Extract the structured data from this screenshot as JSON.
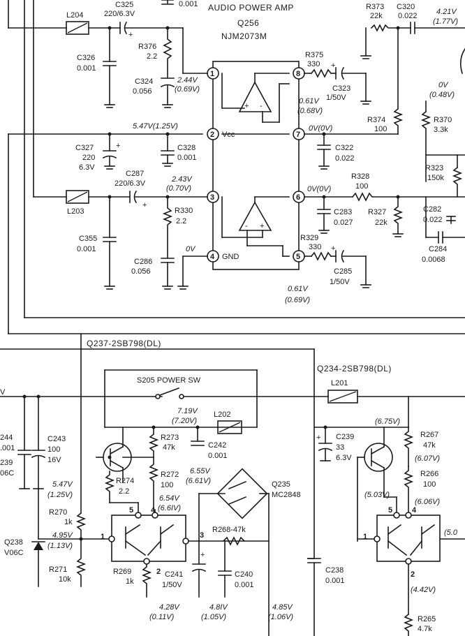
{
  "amp": {
    "header": "AUDIO POWER AMP",
    "ref": "Q256",
    "part": "NJM2073M",
    "pin_vcc": "Vcc",
    "pin_gnd": "GND",
    "pins": [
      "1",
      "2",
      "3",
      "4",
      "5",
      "6",
      "7",
      "8"
    ]
  },
  "top_fragment": {
    "c_value": "0.001"
  },
  "labels": {
    "l204": "L204",
    "c325": "C325",
    "c325_val": "220/6.3V",
    "r376": "R376",
    "r376_val": "2.2",
    "c326": "C326",
    "c326_val": "0.001",
    "c324": "C324",
    "c324_val": "0.056",
    "r375": "R375",
    "r375_val": "330",
    "c323": "C323",
    "c323_val": "1/50V",
    "r374": "R374",
    "r374_val": "100",
    "c322": "C322",
    "c322_val": "0.022",
    "c327": "C327",
    "c327_val1": "220",
    "c327_val2": "6.3V",
    "c328": "C328",
    "c328_val": "0.001",
    "c287": "C287",
    "c287_val": "220/6.3V",
    "l203": "L203",
    "r330": "R330",
    "r330_val": "2.2",
    "c355": "C355",
    "c355_val": "0.001",
    "c286": "C286",
    "c286_val": "0.056",
    "r328": "R328",
    "r328_val": "100",
    "c283": "C283",
    "c283_val": "0.027",
    "r327": "R327",
    "r327_val": "22k",
    "r329": "R329",
    "r329_val": "330",
    "c285": "C285",
    "c285_val": "1/50V",
    "r373": "R373",
    "r373_val": "22k",
    "c320": "C320",
    "c320_val": "0.022",
    "r370": "R370",
    "r370_val": "3.3k",
    "r323": "R323",
    "r323_val": "150k",
    "c282": "C282",
    "c282_val": "0.022",
    "c284": "C284",
    "c284_val": "0.0068",
    "q237": "Q237-2SB798(DL)",
    "q234": "Q234-2SB798(DL)",
    "s205": "S205 POWER SW",
    "l201": "L201",
    "l202": "L202",
    "c244_frag": "244",
    "c244_val_frag": ".001",
    "c239_frag": "239",
    "c239_val_frag": "06C",
    "c243": "C243",
    "c243_val1": "100",
    "c243_val2": "16V",
    "r273": "R273",
    "r273_val": "47k",
    "c242": "C242",
    "c242_val": "0.001",
    "r274": "R274",
    "r274_val": "2.2",
    "r272": "R272",
    "r272_val": "100",
    "q235": "Q235",
    "q235_part": "MC2848",
    "r270": "R270",
    "r270_val": "1k",
    "q238": "Q238",
    "q238_part": "V06C",
    "r271": "R271",
    "r271_val": "10k",
    "r268": "R268-47k",
    "r269": "R269",
    "r269_val": "1k",
    "c241": "C241",
    "c241_val": "1/50V",
    "c240": "C240",
    "c240_val": "0.001",
    "c238": "C238",
    "c238_val": "0.001",
    "c239": "C239",
    "c239_val1": "33",
    "c239_val2": "6.3V",
    "r267": "R267",
    "r267_val": "47k",
    "r266": "R266",
    "r266_val": "100",
    "r265": "R265",
    "r265_val": "4.7k",
    "p5": "5",
    "p4": "4",
    "p1": "1",
    "p2": "2",
    "p3": "3",
    "q234_p5": "5",
    "q234_p4": "4",
    "q234_p1": "1",
    "q234_p2": "2"
  },
  "voltages": {
    "pin1": "2.44V",
    "pin1_alt": "(0.69V)",
    "pin8": "0.61V",
    "pin8_alt": "(0.68V)",
    "pin2": "5.47V(1.25V)",
    "pin7": "0V(0V)",
    "pin3": "2.43V",
    "pin3_alt": "(0.70V)",
    "pin6": "0V(0V)",
    "pin4": "0V",
    "pin5": "0.61V",
    "pin5_alt": "(0.69V)",
    "top_right": "4.21V",
    "top_right_alt": "(1.77V)",
    "right_mid": "0V",
    "right_mid_alt": "(0.48V)",
    "l202": "7.19V",
    "l202_alt": "(7.20V)",
    "r272_top": "6.55V",
    "r272_top_alt": "(6.61V)",
    "q237_p4": "6.54V",
    "q237_p4_alt": "(6.6IV)",
    "left_547": "5.47V",
    "left_547_alt": "(1.25V)",
    "left_495": "4.95V",
    "left_495_alt": "(1.13V)",
    "bot_428": "4.28V",
    "bot_428_alt": "(0.11V)",
    "bot_481": "4.8IV",
    "bot_481_alt": "(1.05V)",
    "bot_485": "4.85V",
    "bot_485_alt": "(1.06V)",
    "q234_675": "(6.75V)",
    "q234_607": "(6.07V)",
    "q234_503": "(5.03V)",
    "q234_606": "(6.06V)",
    "q234_442": "(4.42V)",
    "q234_right": "(5.0",
    "left_edge": "V"
  }
}
